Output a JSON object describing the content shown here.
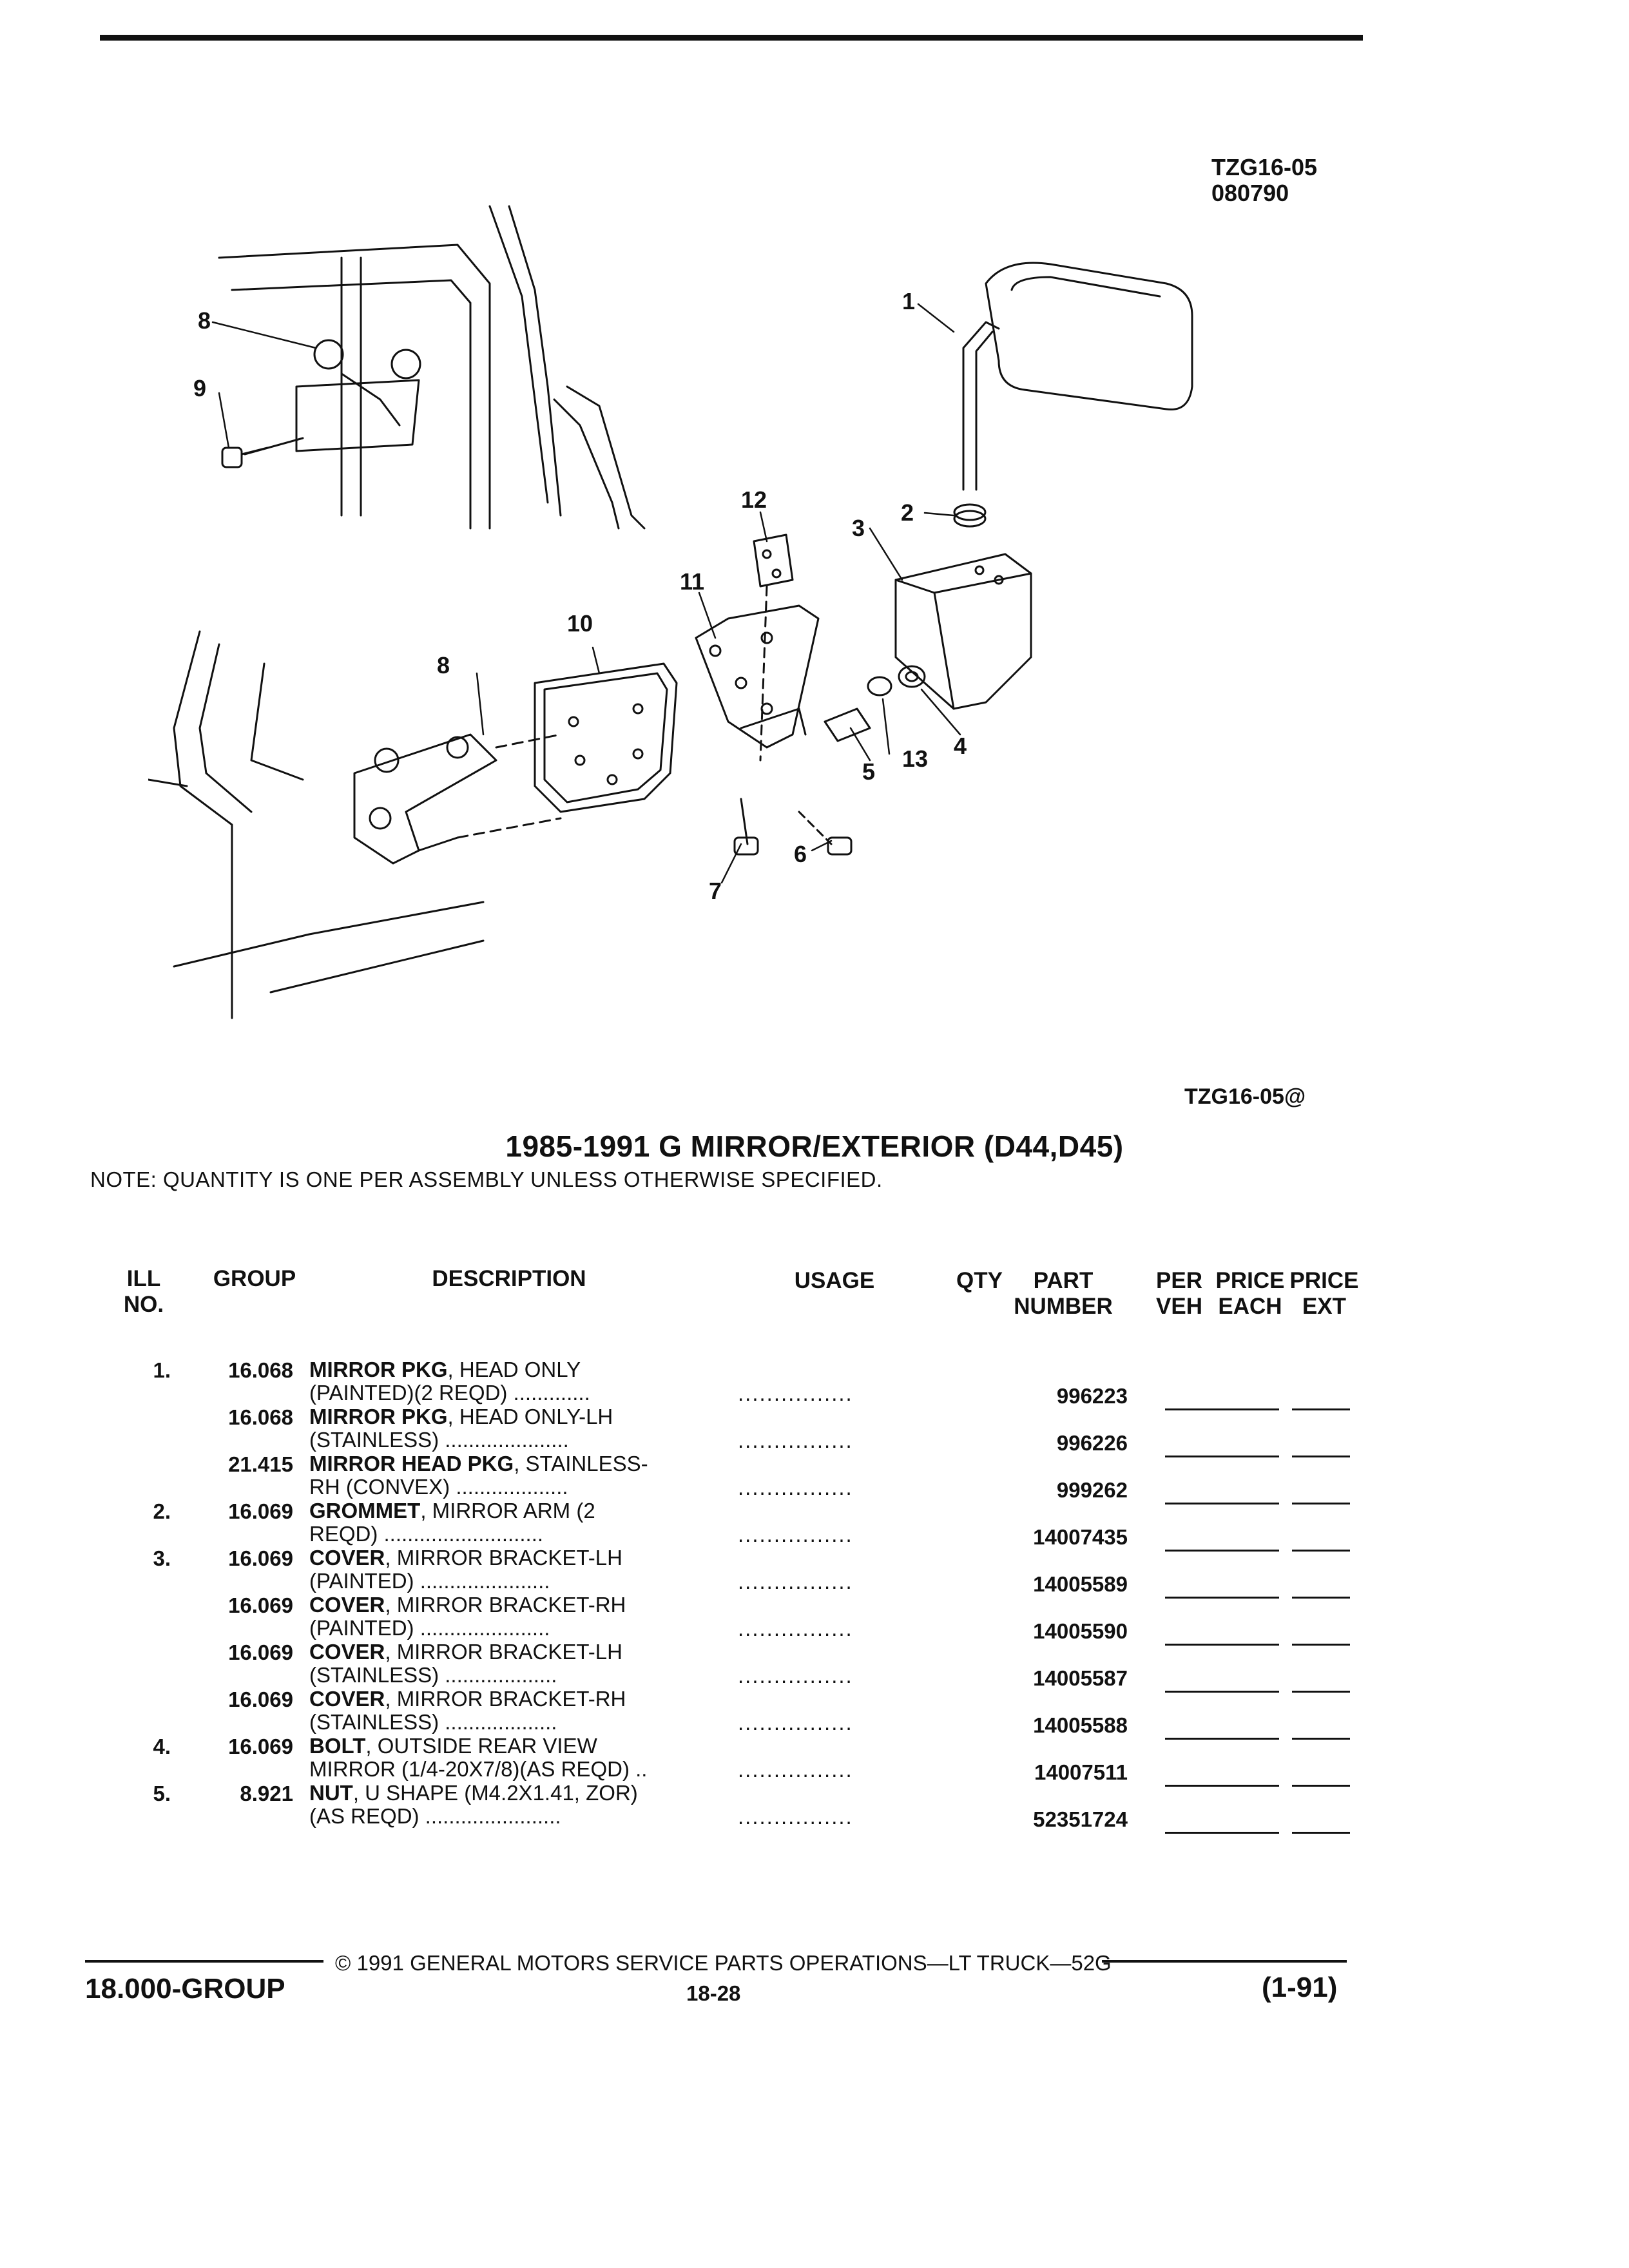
{
  "header": {
    "figure_code": "TZG16-05",
    "figure_date": "080790",
    "figure_ref": "TZG16-05@"
  },
  "illustration": {
    "callouts": [
      "1",
      "2",
      "3",
      "4",
      "5",
      "6",
      "7",
      "8",
      "8",
      "9",
      "10",
      "11",
      "12",
      "13"
    ]
  },
  "title": "1985-1991 G MIRROR/EXTERIOR (D44,D45)",
  "note": "NOTE: QUANTITY IS ONE PER ASSEMBLY UNLESS OTHERWISE SPECIFIED.",
  "columns": {
    "ill_no": [
      "ILL",
      "NO."
    ],
    "group": "GROUP",
    "description": "DESCRIPTION",
    "usage": "USAGE",
    "qty": "QTY",
    "part_number": [
      "PART",
      "NUMBER"
    ],
    "per_veh": [
      "PER",
      "VEH"
    ],
    "price_each": [
      "PRICE",
      "EACH"
    ],
    "price_ext": [
      "PRICE",
      "EXT"
    ]
  },
  "parts": [
    {
      "ill": "1.",
      "group": "16.068",
      "name": "MIRROR PKG",
      "desc1": ", HEAD ONLY",
      "desc2": "(PAINTED)(2 REQD) .............",
      "usage": "................",
      "part": "996223"
    },
    {
      "ill": "",
      "group": "16.068",
      "name": "MIRROR PKG",
      "desc1": ", HEAD ONLY-LH",
      "desc2": "(STAINLESS) .....................",
      "usage": "................",
      "part": "996226"
    },
    {
      "ill": "",
      "group": "21.415",
      "name": "MIRROR HEAD PKG",
      "desc1": ", STAINLESS-",
      "desc2": "RH (CONVEX) ...................",
      "usage": "................",
      "part": "999262"
    },
    {
      "ill": "2.",
      "group": "16.069",
      "name": "GROMMET",
      "desc1": ", MIRROR ARM (2",
      "desc2": "REQD) ...........................",
      "usage": "................",
      "part": "14007435"
    },
    {
      "ill": "3.",
      "group": "16.069",
      "name": "COVER",
      "desc1": ", MIRROR BRACKET-LH",
      "desc2": "(PAINTED) ......................",
      "usage": "................",
      "part": "14005589"
    },
    {
      "ill": "",
      "group": "16.069",
      "name": "COVER",
      "desc1": ", MIRROR BRACKET-RH",
      "desc2": "(PAINTED) ......................",
      "usage": "................",
      "part": "14005590"
    },
    {
      "ill": "",
      "group": "16.069",
      "name": "COVER",
      "desc1": ", MIRROR BRACKET-LH",
      "desc2": "(STAINLESS) ...................",
      "usage": "................",
      "part": "14005587"
    },
    {
      "ill": "",
      "group": "16.069",
      "name": "COVER",
      "desc1": ", MIRROR BRACKET-RH",
      "desc2": "(STAINLESS) ...................",
      "usage": "................",
      "part": "14005588"
    },
    {
      "ill": "4.",
      "group": "16.069",
      "name": "BOLT",
      "desc1": ", OUTSIDE REAR VIEW",
      "desc2": "MIRROR (1/4-20X7/8)(AS REQD) ..",
      "usage": "................",
      "part": "14007511"
    },
    {
      "ill": "5.",
      "group": "8.921",
      "name": "NUT",
      "desc1": ", U SHAPE (M4.2X1.41, ZOR)",
      "desc2": "(AS REQD) .......................",
      "usage": "................",
      "part": "52351724"
    }
  ],
  "footer": {
    "copyright": "© 1991 GENERAL MOTORS SERVICE PARTS OPERATIONS—LT TRUCK—52G",
    "group_label": "18.000-GROUP",
    "page": "18-28",
    "revision": "(1-91)"
  }
}
